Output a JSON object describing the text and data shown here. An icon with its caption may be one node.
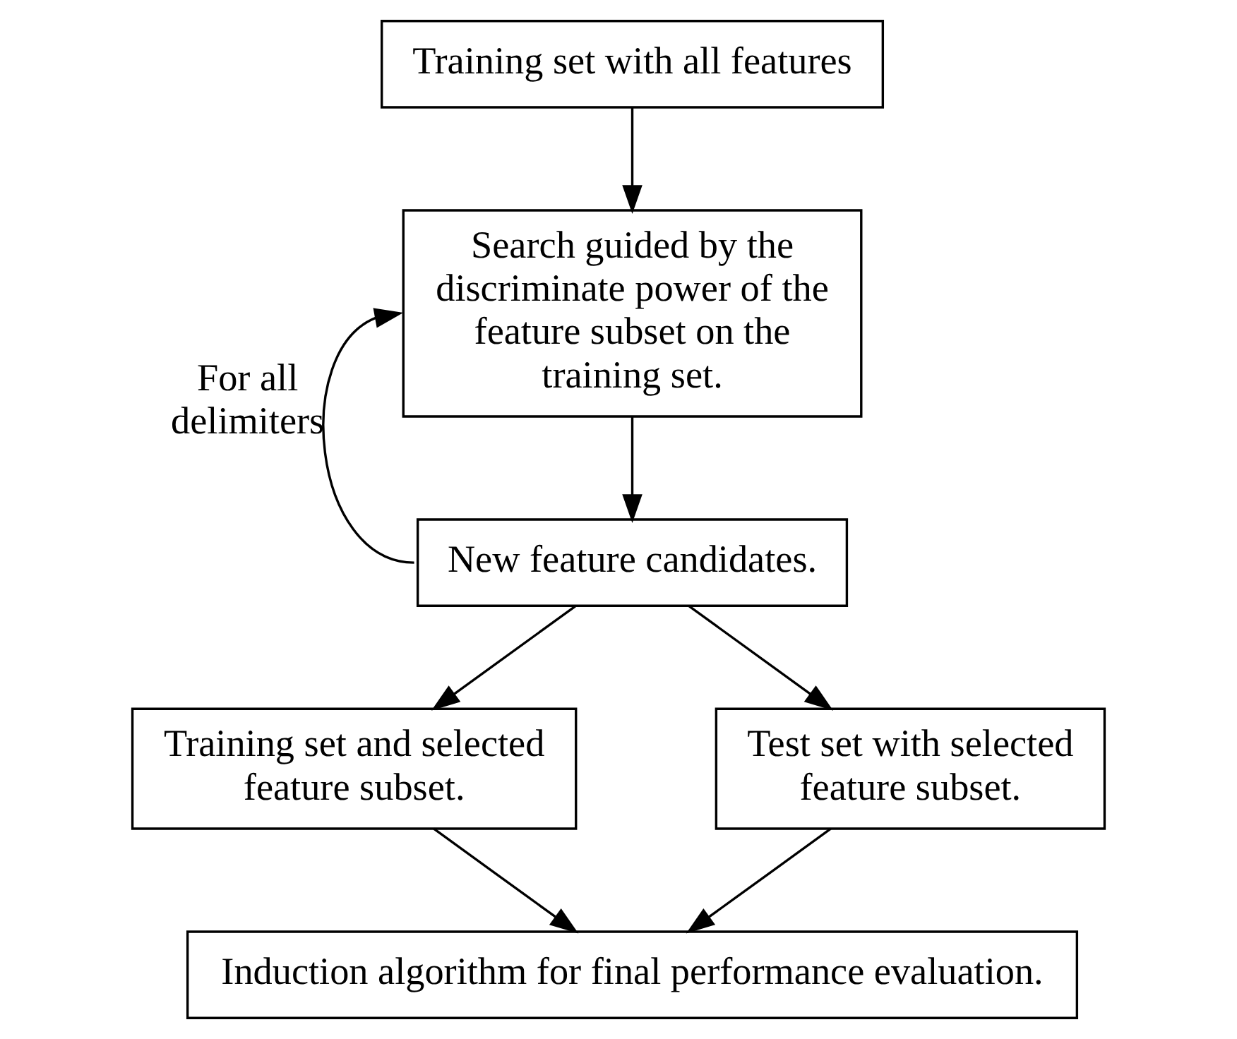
{
  "diagram": {
    "nodes": [
      {
        "text": [
          "Training set with all features"
        ]
      },
      {
        "text": [
          "Search guided by the discriminate power of the feature subset on the training set."
        ]
      },
      {
        "text": [
          "New feature candidates."
        ]
      },
      {
        "text": [
          "Training set and selected feature subset."
        ]
      },
      {
        "text": [
          "Test set with selected feature subset."
        ]
      },
      {
        "text": [
          "Induction algorithm for final performance evaluation."
        ]
      }
    ],
    "edges": [
      {
        "from": 0,
        "to": 1,
        "arrow": "to"
      },
      {
        "from": 1,
        "to": 2,
        "arrow": "to"
      },
      {
        "from": 2,
        "to": 1,
        "arrow": "to",
        "label": "For all delimiters"
      },
      {
        "from": 2,
        "to": 3,
        "arrow": "to"
      },
      {
        "from": 2,
        "to": 4,
        "arrow": "to"
      },
      {
        "from": 3,
        "to": 5,
        "arrow": "to"
      },
      {
        "from": 4,
        "to": 5,
        "arrow": "to"
      }
    ]
  }
}
